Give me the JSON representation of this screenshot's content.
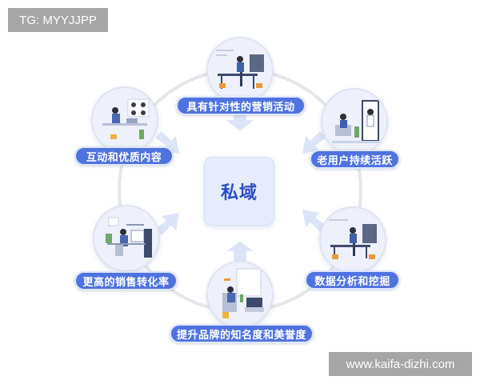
{
  "watermarks": {
    "top_left": "TG: MYYJJPP",
    "bottom_right": "www.kaifa-dizhi.com"
  },
  "center": {
    "label": "私域"
  },
  "nodes": [
    {
      "id": "top",
      "label": "具有针对性的营销活动",
      "illustration": "woman-sitting-on-desk-with-chart"
    },
    {
      "id": "upper-left",
      "label": "互动和优质内容",
      "illustration": "woman-video-call"
    },
    {
      "id": "upper-right",
      "label": "老用户持续活跃",
      "illustration": "two-women-talking-through-door"
    },
    {
      "id": "lower-left",
      "label": "更高的销售转化率",
      "illustration": "man-at-computer-with-shelves"
    },
    {
      "id": "lower-right",
      "label": "数据分析和挖掘",
      "illustration": "woman-sitting-on-desk-with-chart"
    },
    {
      "id": "bottom",
      "label": "提升品牌的知名度和美誉度",
      "illustration": "man-sitting-in-living-room"
    }
  ],
  "colors": {
    "pill": "#4f72e0",
    "center_text": "#2b4fc9",
    "center_bg": "#e6ecfb",
    "ring": "#e4e6ea",
    "arrow": "#dce4f7",
    "watermark_bg": "#a6a6a6"
  }
}
